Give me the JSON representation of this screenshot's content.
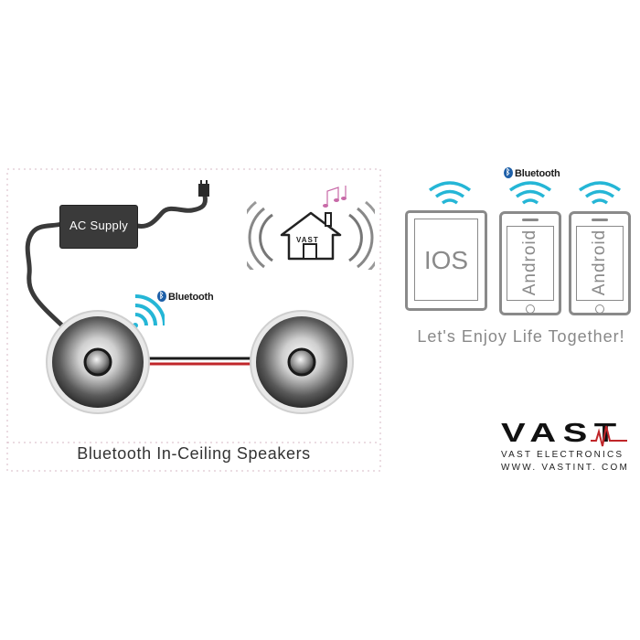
{
  "left_panel": {
    "power_label": "AC Supply",
    "bluetooth_label": "Bluetooth",
    "house_logo": "VAST",
    "caption": "Bluetooth In-Ceiling Speakers"
  },
  "right_panel": {
    "bluetooth_label": "Bluetooth",
    "devices": [
      {
        "label": "IOS"
      },
      {
        "label": "Android"
      },
      {
        "label": "Android"
      }
    ],
    "slogan": "Let's Enjoy Life Together!"
  },
  "brand": {
    "logo": "VAST",
    "company": "VAST ELECTRONICS",
    "website": "WWW. VASTINT. COM"
  },
  "colors": {
    "wifi": "#25b6d6",
    "bluetooth": "#1d5fa8",
    "dark": "#3a3a3a",
    "device_border": "#8a8a8a",
    "cable_red": "#c0262a"
  }
}
